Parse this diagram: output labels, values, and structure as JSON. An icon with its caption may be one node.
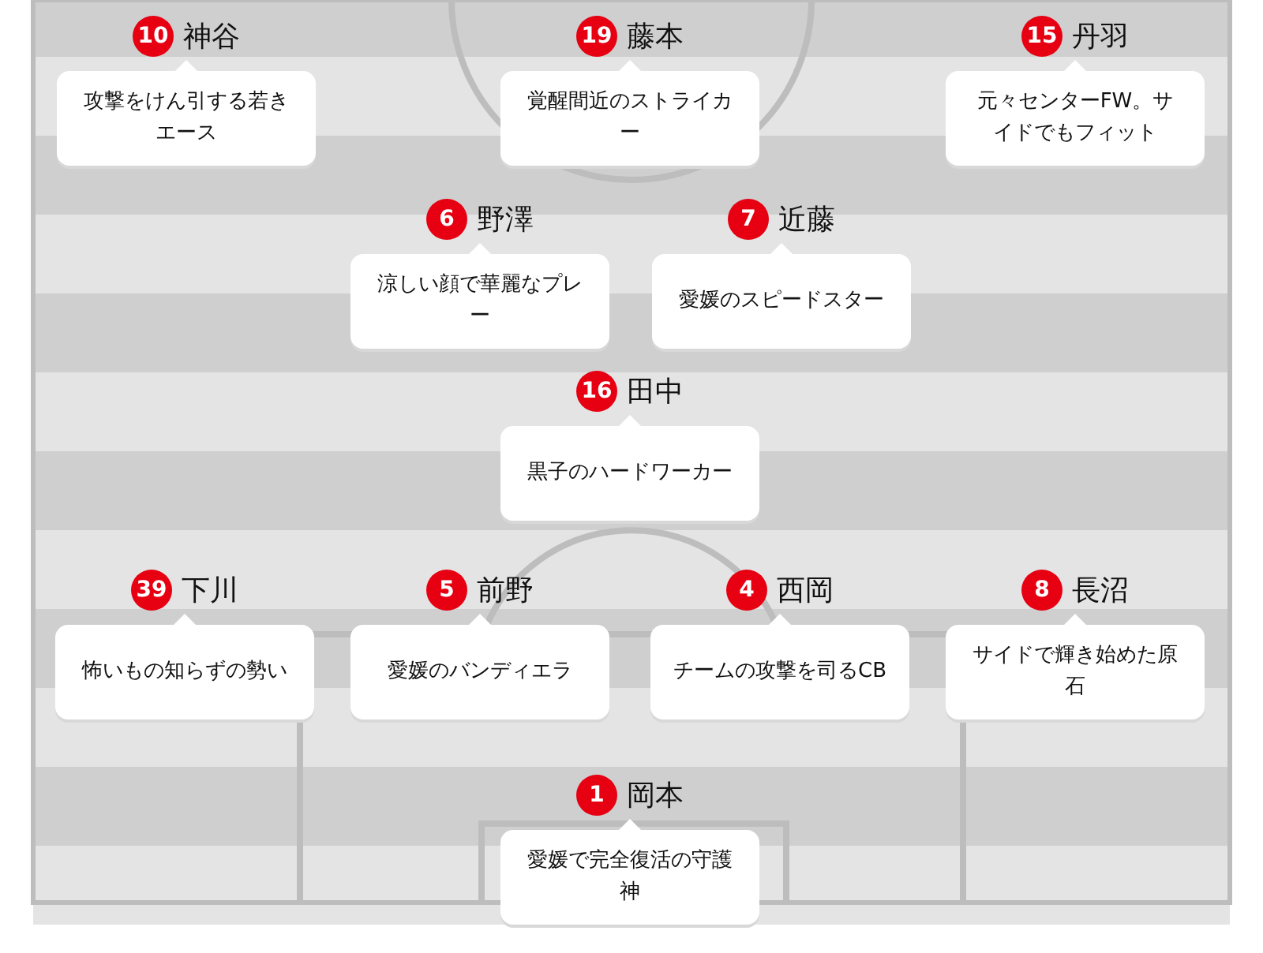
{
  "diagram": {
    "nodes": [
      {
        "text": [
          "10",
          "神谷",
          "攻撃をけん引する若きエース"
        ]
      },
      {
        "text": [
          "19",
          "藤本",
          "覚醒間近のストライカー"
        ]
      },
      {
        "text": [
          "15",
          "丹羽",
          "元々センターFW。サイドでもフィット"
        ]
      },
      {
        "text": [
          "6",
          "野澤",
          "涼しい顔で華麗なプレー"
        ]
      },
      {
        "text": [
          "7",
          "近藤",
          "愛媛のスピードスター"
        ]
      },
      {
        "text": [
          "16",
          "田中",
          "黒子のハードワーカー"
        ]
      },
      {
        "text": [
          "39",
          "下川",
          "怖いもの知らずの勢い"
        ]
      },
      {
        "text": [
          "5",
          "前野",
          "愛媛のバンディエラ"
        ]
      },
      {
        "text": [
          "4",
          "西岡",
          "チームの攻撃を司るCB"
        ]
      },
      {
        "text": [
          "8",
          "長沼",
          "サイドで輝き始めた原石"
        ]
      },
      {
        "text": [
          "1",
          "岡本",
          "愛媛で完全復活の守護神"
        ]
      }
    ]
  }
}
